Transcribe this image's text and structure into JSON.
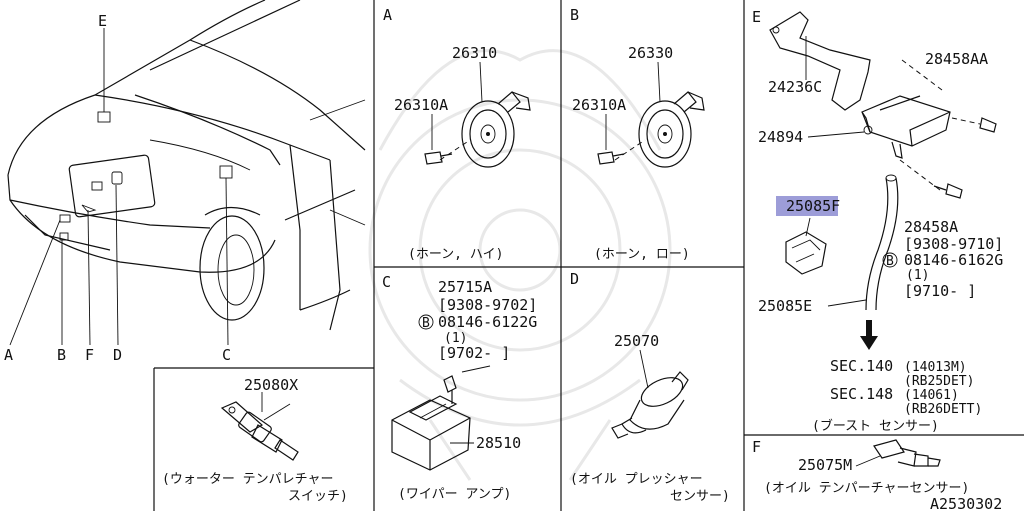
{
  "panels": {
    "main": {
      "callouts": {
        "a": "A",
        "b": "B",
        "c": "C",
        "d": "D",
        "e": "E",
        "f": "F"
      }
    },
    "water_temp": {
      "part": "25080X",
      "caption_line1": "(ウォーター  テンパレチャー",
      "caption_line2": "スイッチ)"
    },
    "horn_high": {
      "label": "A",
      "part_main": "26310",
      "part_bolt": "26310A",
      "caption": "(ホーン, ハイ)"
    },
    "horn_low": {
      "label": "B",
      "part_main": "26330",
      "part_bolt": "26310A",
      "caption": "(ホーン, ロー)"
    },
    "wiper_amp": {
      "label": "C",
      "part_a": "25715A",
      "date_a": "[9308-9702]",
      "bolt_code": "B",
      "bolt_part": "08146-6122G",
      "bolt_qty": "(1)",
      "date_b": "[9702-     ]",
      "part_amp": "28510",
      "caption": "(ワイパー  アンプ)"
    },
    "oil_pressure": {
      "label": "D",
      "part": "25070",
      "caption_line1": "(オイル  プレッシャー",
      "caption_line2": "センサー)"
    },
    "boost_sensor": {
      "label": "E",
      "part_bracket": "24236C",
      "part_bolt_top": "28458AA",
      "part_sensor": "24894",
      "part_clip": "25085F",
      "part_bolt": "28458A",
      "date_a": "[9308-9710]",
      "bolt_code": "B",
      "bolt_part": "08146-6162G",
      "bolt_qty": "(1)",
      "date_b": "[9710-     ]",
      "part_hose": "25085E",
      "sec1": "SEC.140",
      "sec1_ref": "(14013M)",
      "sec1_eng": "(RB25DET)",
      "sec2": "SEC.148",
      "sec2_ref": "(14061)",
      "sec2_eng": "(RB26DETT)",
      "caption": "(ブースト  センサー)"
    },
    "oil_temp": {
      "label": "F",
      "part": "25075M",
      "caption": "(オイル テンパーチャーセンサー)"
    }
  },
  "diagram_id": "A2530302",
  "colors": {
    "highlight": "#9d9dd8",
    "line": "#111111",
    "background": "#ffffff"
  }
}
